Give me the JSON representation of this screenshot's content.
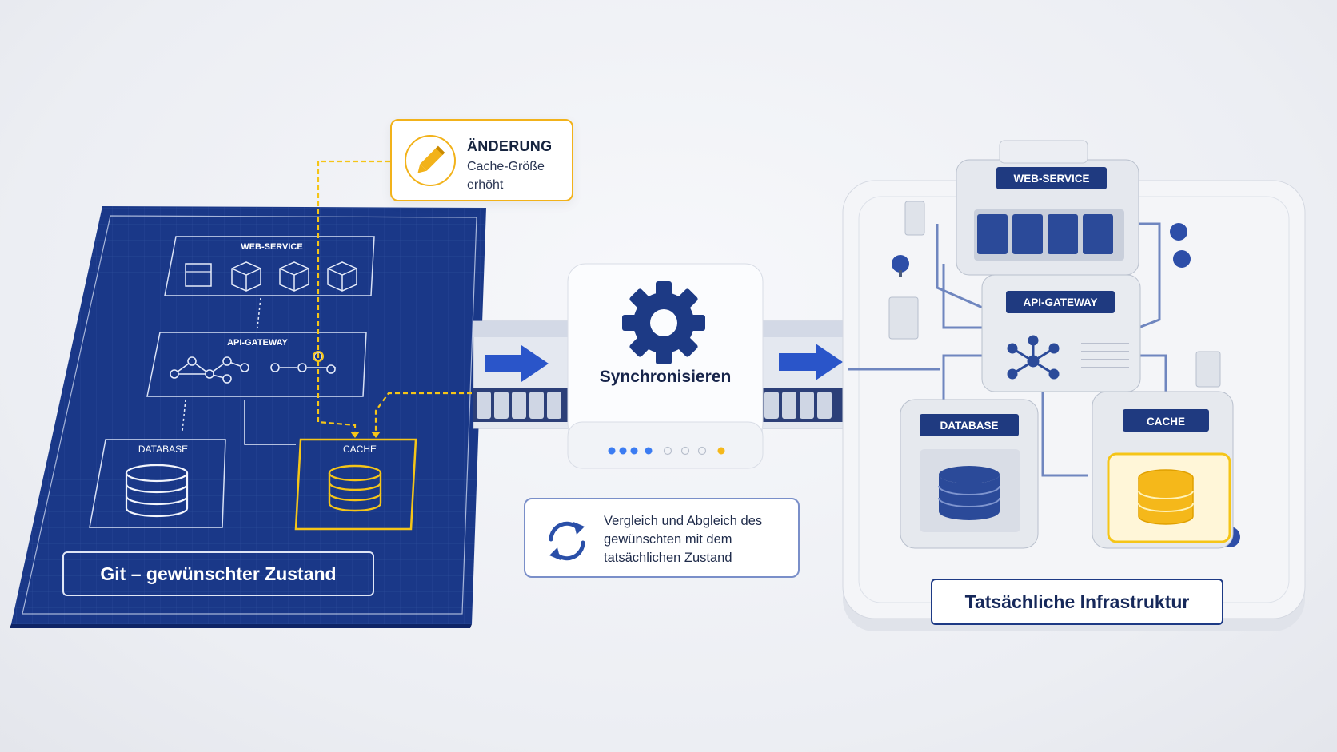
{
  "change_card": {
    "title": "ÄNDERUNG",
    "text": "Cache-Größe erhöht",
    "icon": "pencil-icon"
  },
  "git": {
    "label": "Git – gewünschter Zustand",
    "web_service": "WEB-SERVICE",
    "api_gateway": "API-GATEWAY",
    "database": "DATABASE",
    "cache": "CACHE"
  },
  "sync": {
    "label": "Synchronisieren",
    "icon": "gear-icon"
  },
  "compare_card": {
    "text": "Vergleich und Abgleich des gewünschten mit dem tatsächlichen Zustand",
    "icon": "refresh-icon"
  },
  "infra": {
    "label": "Tatsächliche Infrastruktur",
    "web_service": "WEB-SERVICE",
    "api_gateway": "API-GATEWAY",
    "database": "DATABASE",
    "cache": "CACHE"
  },
  "colors": {
    "navy": "#1d3a85",
    "accent": "#f2b21a",
    "arrow_blue": "#2a55c9"
  }
}
